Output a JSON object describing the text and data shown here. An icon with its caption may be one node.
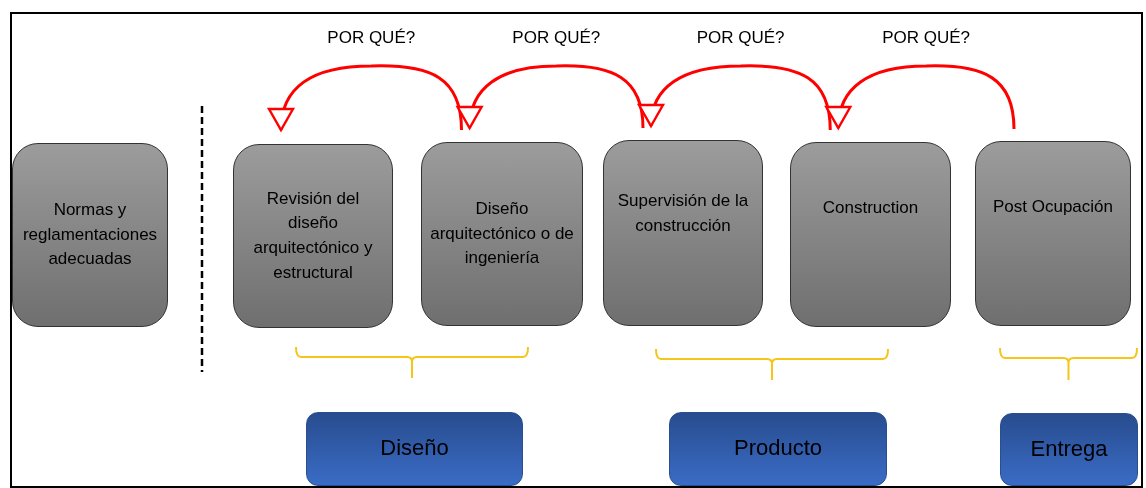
{
  "diagram": {
    "nodes": [
      {
        "text": [
          "Normas y reglamentaciones adecuadas"
        ]
      },
      {
        "text": [
          "Revisión del diseño arquitectónico y estructural"
        ]
      },
      {
        "text": [
          "Diseño arquitectónico o de ingeniería"
        ]
      },
      {
        "text": [
          "Supervisión de la construcción"
        ]
      },
      {
        "text": [
          "Construction"
        ]
      },
      {
        "text": [
          "Post Ocupación"
        ]
      },
      {
        "text": [
          "Diseño"
        ]
      },
      {
        "text": [
          "Producto"
        ]
      },
      {
        "text": [
          "Entrega"
        ]
      }
    ],
    "edges": [
      {
        "from": 2,
        "to": 1,
        "arrow": "to",
        "label": "POR QUÉ?"
      },
      {
        "from": 3,
        "to": 2,
        "arrow": "to",
        "label": "POR QUÉ?"
      },
      {
        "from": 4,
        "to": 3,
        "arrow": "to",
        "label": "POR QUÉ?"
      },
      {
        "from": 5,
        "to": 4,
        "arrow": "to",
        "label": "POR QUÉ?"
      }
    ]
  }
}
